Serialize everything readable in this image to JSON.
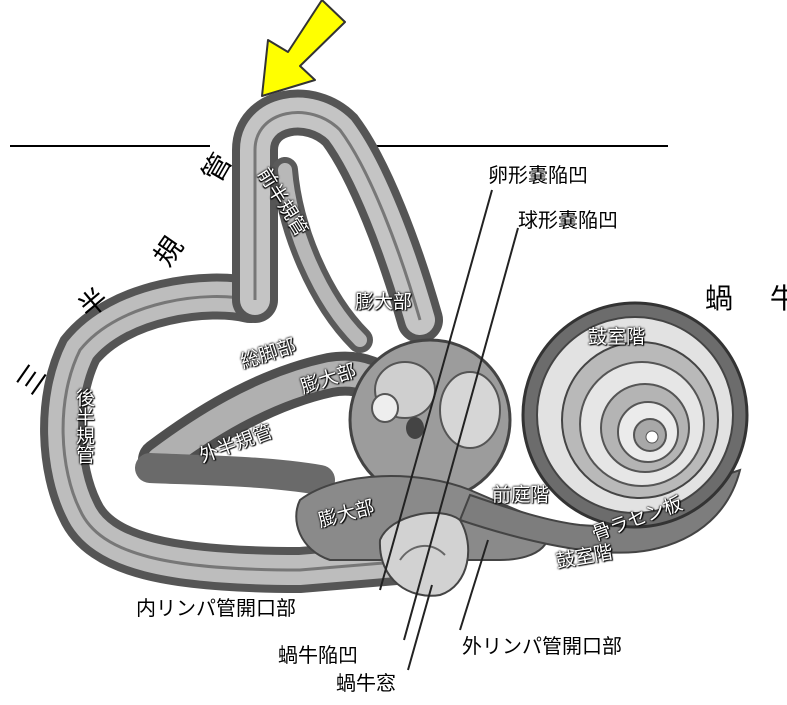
{
  "title": "",
  "colors": {
    "arrow_fill": "#ffff00",
    "arrow_stroke": "#333333",
    "ink": "#222222"
  },
  "labels": {
    "ant_canal": "前半規管",
    "semi_kan": "管",
    "semi_ki": "規",
    "semi_han": "半",
    "semi_san": "三",
    "cochlea": "蝸 牛",
    "utricle_recess": "卵形嚢陥凹",
    "saccule_recess": "球形嚢陥凹",
    "ampulla_top": "膨大部",
    "common_crus": "総脚部",
    "ampulla_mid": "膨大部",
    "lat_canal": "外半規管",
    "post_canal": "後半規管",
    "ampulla_low": "膨大部",
    "scala_tympani_top": "鼓室階",
    "scala_vestibuli": "前庭階",
    "spiral_lamina": "骨ラセン板",
    "scala_tympani_low": "鼓室階",
    "inner_perilymph": "内リンパ管開口部",
    "outer_perilymph": "外リンパ管開口部",
    "cochlear_recess": "蝸牛陥凹",
    "round_window": "蝸牛窓"
  }
}
